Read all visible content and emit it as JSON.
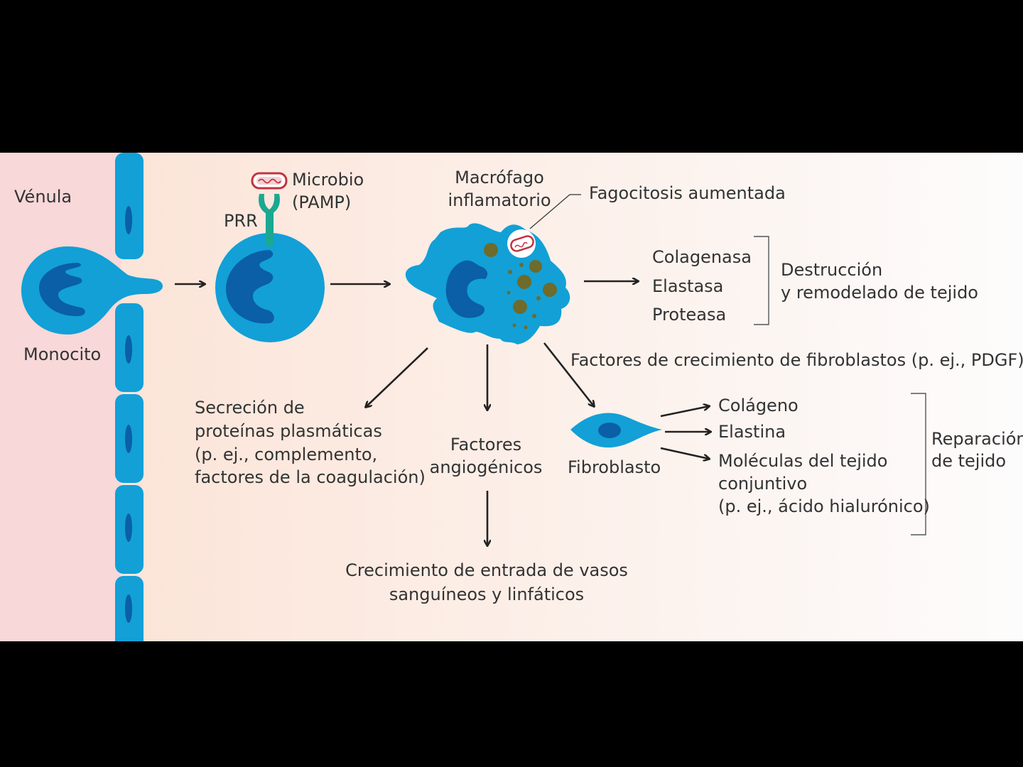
{
  "colors": {
    "vein_bg": "#f8d8d8",
    "grad_start": "#fbe1d3",
    "grad_end": "#fdfcfc",
    "cell": "#12a0d7",
    "nucleus": "#0a5fa6",
    "granule": "#6e6b2b",
    "receptor": "#1aa890",
    "microbe": "#c1333f",
    "text": "#333333"
  },
  "labels": {
    "venula": "Vénula",
    "monocito": "Monocito",
    "microbio": "Microbio",
    "pamp": "(PAMP)",
    "prr": "PRR",
    "macrofago": "Macrófago",
    "inflamatorio": "inflamatorio",
    "fagocitosis": "Fagocitosis aumentada",
    "enzymes": [
      "Colagenasa",
      "Elastasa",
      "Proteasa"
    ],
    "destruccion_1": "Destrucción",
    "destruccion_2": "y remodelado de tejido",
    "factores_crecimiento": "Factores de crecimiento de fibroblastos (p. ej., PDGF)",
    "secrecion": [
      "Secreción de",
      "proteínas plasmáticas",
      "(p. ej., complemento,",
      "factores de la coagulación)"
    ],
    "angiogenicos": [
      "Factores",
      "angiogénicos"
    ],
    "fibroblasto": "Fibroblasto",
    "colageno": "Colágeno",
    "elastina": "Elastina",
    "moleculas": [
      "Moléculas del tejido",
      "conjuntivo",
      "(p. ej., ácido hialurónico)"
    ],
    "reparacion": [
      "Reparación",
      "de tejido"
    ],
    "crecimiento_vasos": [
      "Crecimiento de entrada de vasos",
      "sanguíneos y linfáticos"
    ]
  }
}
